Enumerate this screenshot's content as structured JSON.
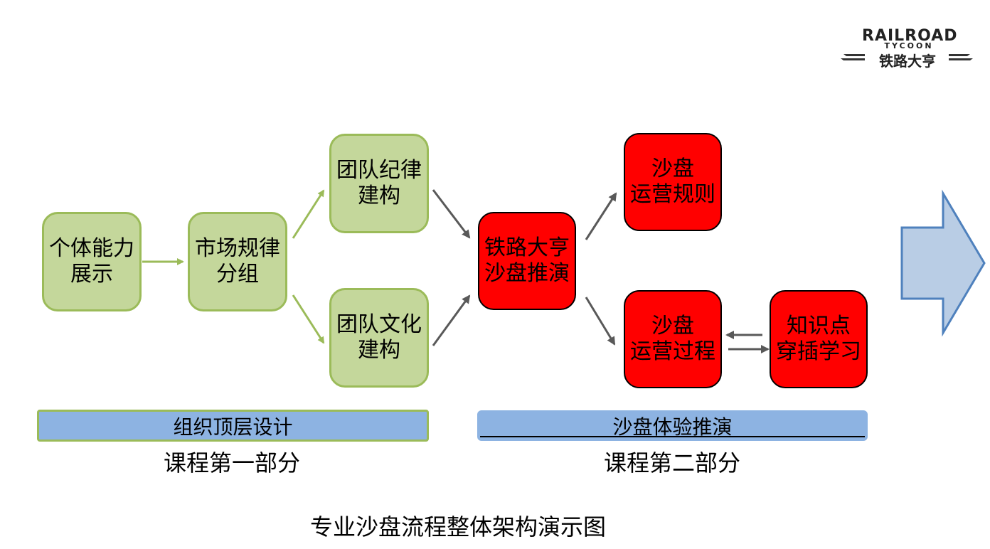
{
  "logo": {
    "railroad_text": "RAILROAD",
    "tycoon_text": "TYCOON",
    "chinese_text": "铁路大亨"
  },
  "nodes": {
    "individual": [
      "个体能力",
      "展示"
    ],
    "market": [
      "市场规律",
      "分组"
    ],
    "discipline": [
      "团队纪律",
      "建构"
    ],
    "culture": [
      "团队文化",
      "建构"
    ],
    "railroad": [
      "铁路大亨",
      "沙盘推演"
    ],
    "rules": [
      "沙盘",
      "运营规则"
    ],
    "process": [
      "沙盘",
      "运营过程"
    ],
    "knowledge": [
      "知识点",
      "穿插学习"
    ]
  },
  "bars": {
    "org_design": "组织顶层设计",
    "sandbox_exp": "沙盘体验推演"
  },
  "parts": {
    "part1": "课程第一部分",
    "part2": "课程第二部分"
  },
  "caption": "专业沙盘流程整体架构演示图",
  "colors": {
    "green_fill": "#c4d79b",
    "green_border": "#9bbb59",
    "red_fill": "#ff0000",
    "bar_fill": "#8db3e2",
    "arrow_big_fill": "#b9cde5",
    "arrow_big_stroke": "#4f81bd"
  }
}
